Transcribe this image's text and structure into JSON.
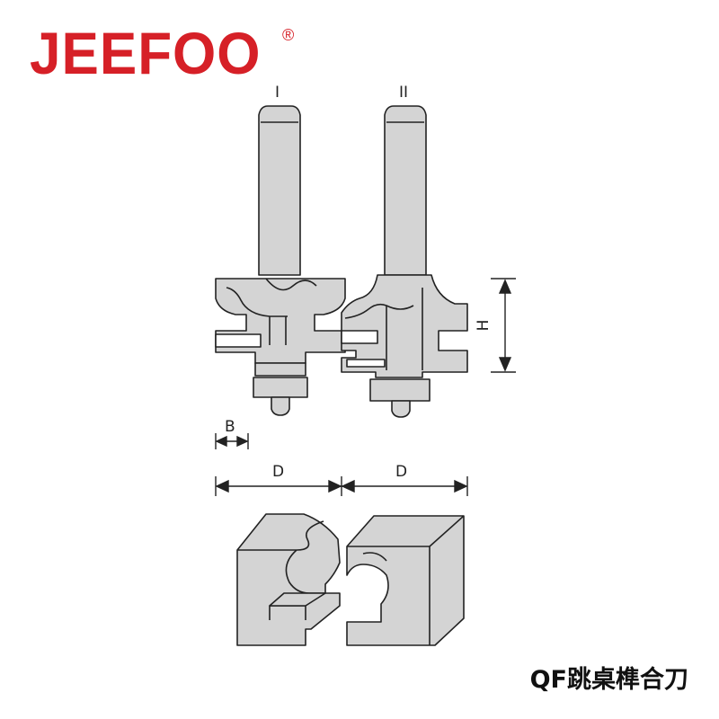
{
  "brand": {
    "name": "JEEFOO",
    "registered_mark": "®",
    "color": "#d62027"
  },
  "diagram": {
    "bit_labels": [
      "I",
      "II"
    ],
    "dimension_labels": {
      "height": "H",
      "bearing": "B",
      "diameter_1": "D",
      "diameter_2": "D"
    },
    "fill_color": "#d4d4d4",
    "stroke_color": "#222222"
  },
  "product_name": "QF跳桌榫合刀"
}
